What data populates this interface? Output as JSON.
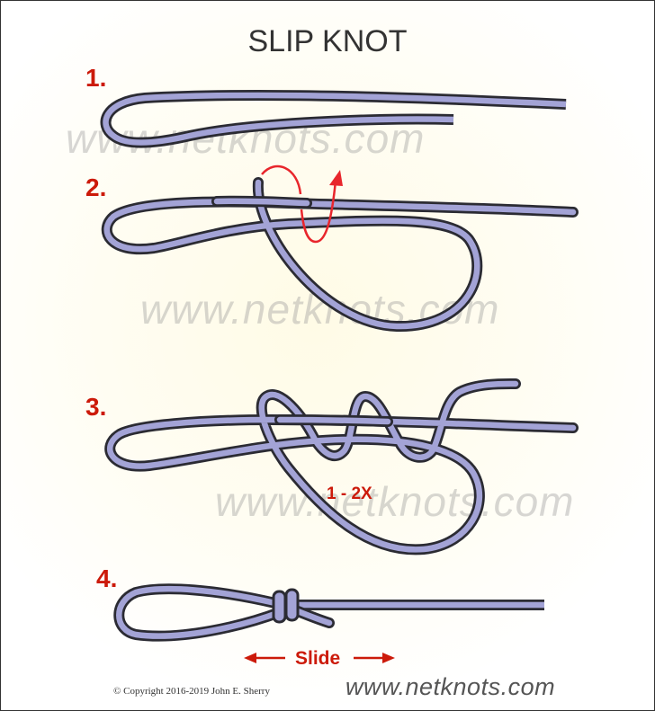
{
  "title": "SLIP KNOT",
  "steps": [
    {
      "number": "1."
    },
    {
      "number": "2."
    },
    {
      "number": "3.",
      "annotation": "1 - 2X"
    },
    {
      "number": "4.",
      "annotation": "Slide"
    }
  ],
  "watermark": "www.netknots.com",
  "footer": {
    "copyright": "© Copyright  2016-2019  John E. Sherry",
    "site": "www.netknots.com"
  },
  "colors": {
    "rope_fill": "#a3a3d6",
    "rope_outline": "#2b2b33",
    "accent_red": "#cc1a0a",
    "arrow_red": "#e8262c",
    "title_text": "#333333"
  }
}
